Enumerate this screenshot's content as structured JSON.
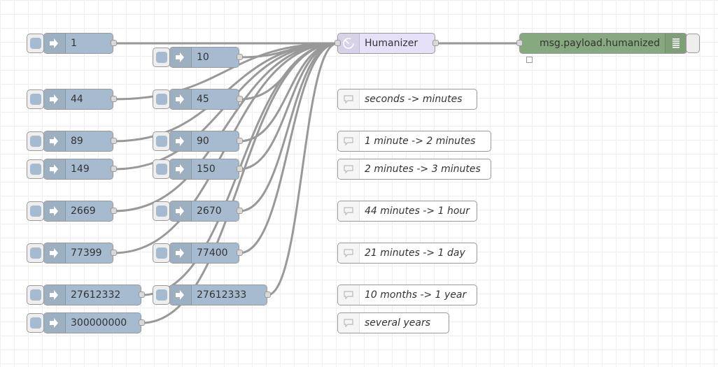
{
  "flow": {
    "inject_nodes": [
      {
        "label": "1"
      },
      {
        "label": "10"
      },
      {
        "label": "44"
      },
      {
        "label": "45"
      },
      {
        "label": "89"
      },
      {
        "label": "90"
      },
      {
        "label": "149"
      },
      {
        "label": "150"
      },
      {
        "label": "2669"
      },
      {
        "label": "2670"
      },
      {
        "label": "77399"
      },
      {
        "label": "77400"
      },
      {
        "label": "27612332"
      },
      {
        "label": "27612333"
      },
      {
        "label": "300000000"
      }
    ],
    "humanizer": {
      "label": "Humanizer",
      "icon": "timer-icon"
    },
    "debug": {
      "label": "msg.payload.humanized",
      "icon": "debug-list-icon"
    },
    "comments": [
      {
        "label": "seconds -> minutes"
      },
      {
        "label": "1 minute -> 2 minutes"
      },
      {
        "label": "2 minutes -> 3 minutes"
      },
      {
        "label": "44 minutes -> 1 hour"
      },
      {
        "label": "21 minutes -> 1 day"
      },
      {
        "label": "10 months -> 1 year"
      },
      {
        "label": "several years"
      }
    ]
  },
  "colors": {
    "inject": "#a6bbcf",
    "humanizer": "#e6e0f8",
    "debug": "#87a980",
    "wire": "#999999",
    "grid": "#eeeeee"
  }
}
